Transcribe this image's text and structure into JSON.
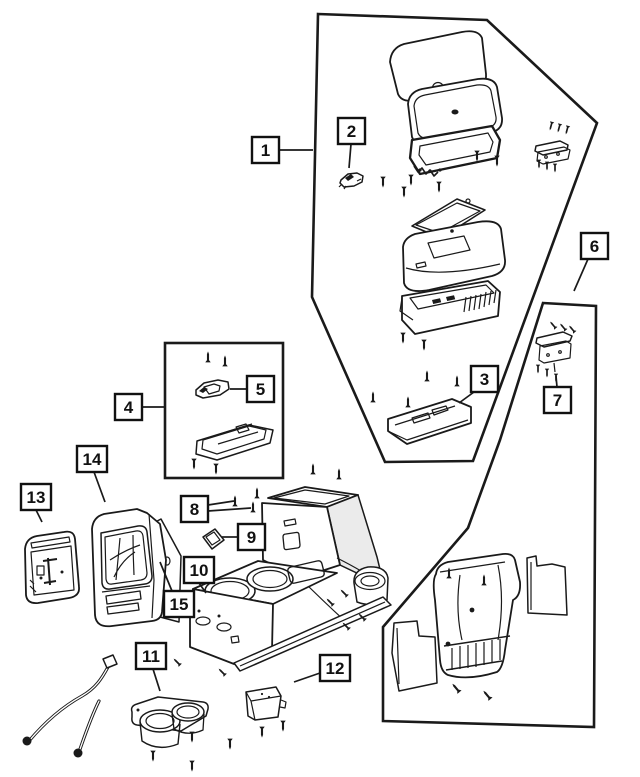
{
  "figure": {
    "type": "exploded-parts-diagram",
    "subject": "vehicle center floor console assembly",
    "background_color": "#ffffff",
    "line_color": "#1a1a1a",
    "callouts": [
      {
        "num": "1",
        "target": "console-lid-assembly-region"
      },
      {
        "num": "2",
        "target": "lid-latch"
      },
      {
        "num": "3",
        "target": "console-base-plate"
      },
      {
        "num": "4",
        "target": "latch-detail-region"
      },
      {
        "num": "5",
        "target": "latch-striker"
      },
      {
        "num": "6",
        "target": "rear-console-detail-region"
      },
      {
        "num": "7",
        "target": "mounting-bracket"
      },
      {
        "num": "8",
        "target": "console-screws"
      },
      {
        "num": "9",
        "target": "bumper-pad"
      },
      {
        "num": "10",
        "target": "cup-holder-deck"
      },
      {
        "num": "11",
        "target": "cup-holder-insert"
      },
      {
        "num": "12",
        "target": "storage-bin"
      },
      {
        "num": "13",
        "target": "rear-trim-panel"
      },
      {
        "num": "14",
        "target": "shifter-bezel"
      },
      {
        "num": "15",
        "target": "side-closeout-panel"
      }
    ],
    "regions": [
      {
        "name": "lid-assembly-detail",
        "shape": "polygon"
      },
      {
        "name": "latch-detail",
        "shape": "rectangle"
      },
      {
        "name": "rear-console-detail",
        "shape": "polygon"
      }
    ],
    "parts": [
      "console-lid-top",
      "console-lid-outer",
      "lid-hinge-frame",
      "lid-latch",
      "lid-seal-gasket",
      "armrest-bin-upper",
      "armrest-vented-bin",
      "console-base-plate",
      "hinge-bracket",
      "latch-striker",
      "slide-mechanism",
      "mounting-bracket",
      "rear-console-body",
      "floor-mat-left",
      "floor-mat-right",
      "rear-trim-panel",
      "shifter-bezel",
      "side-closeout-panel",
      "main-console-body",
      "bumper-pad",
      "cup-holder-insert",
      "storage-bin",
      "wiring-harness",
      "screws"
    ]
  }
}
